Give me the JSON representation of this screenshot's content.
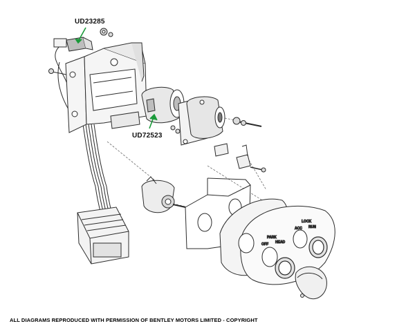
{
  "labels": {
    "part_top": "UD23285",
    "part_mid": "UD72523"
  },
  "dial": {
    "park": "PARK",
    "off": "OFF",
    "head": "HEAD",
    "lock": "LOCK",
    "acc": "ACC",
    "run": "RUN"
  },
  "footer": "ALL DIAGRAMS REPRODUCED WITH PERMISSION OF BENTLEY MOTORS LIMITED - COPYRIGHT",
  "colors": {
    "line": "#2b2b2b",
    "arrow": "#1a9a3a",
    "fill_light": "#f3f3f3",
    "fill_dark": "#bdbdbd"
  }
}
